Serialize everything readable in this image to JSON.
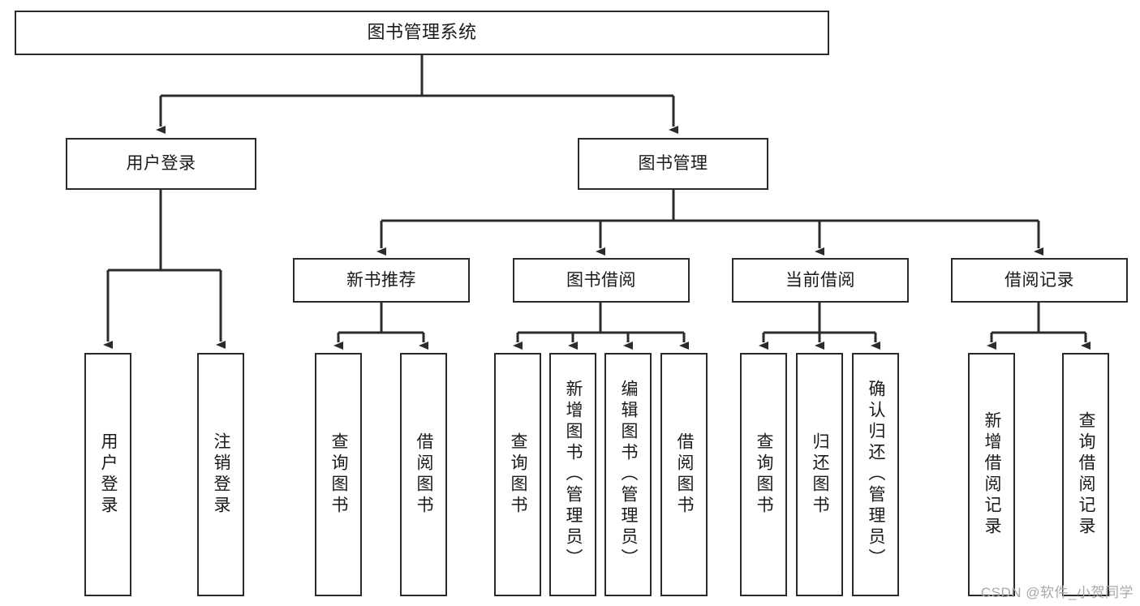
{
  "diagram": {
    "type": "tree-hierarchy",
    "title": "图书管理系统",
    "root": {
      "label": "图书管理系统"
    },
    "level2": [
      {
        "label": "用户登录"
      },
      {
        "label": "图书管理"
      }
    ],
    "level3": [
      {
        "label": "新书推荐"
      },
      {
        "label": "图书借阅"
      },
      {
        "label": "当前借阅"
      },
      {
        "label": "借阅记录"
      }
    ],
    "leaves": {
      "user_login": [
        {
          "label": "用户登录"
        },
        {
          "label": "注销登录"
        }
      ],
      "new_book_recommend": [
        {
          "label": "查询图书"
        },
        {
          "label": "借阅图书"
        }
      ],
      "book_borrow": [
        {
          "label": "查询图书"
        },
        {
          "label": "新增图书（管理员）"
        },
        {
          "label": "编辑图书（管理员）"
        },
        {
          "label": "借阅图书"
        }
      ],
      "current_borrow": [
        {
          "label": "查询图书"
        },
        {
          "label": "归还图书"
        },
        {
          "label": "确认归还（管理员）"
        }
      ],
      "borrow_record": [
        {
          "label": "新增借阅记录"
        },
        {
          "label": "查询借阅记录"
        }
      ]
    }
  },
  "watermark": {
    "text": "CSDN @软件_小贺同学"
  },
  "colors": {
    "stroke": "#2b2b2b",
    "fill": "#ffffff",
    "text": "#1a1a1a",
    "watermark": "#a8a8a8"
  }
}
